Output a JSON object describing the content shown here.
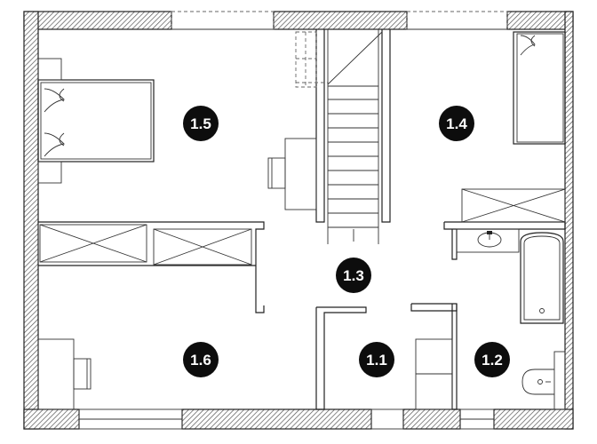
{
  "rooms": [
    {
      "id": "r15",
      "label": "1.5"
    },
    {
      "id": "r14",
      "label": "1.4"
    },
    {
      "id": "r13",
      "label": "1.3"
    },
    {
      "id": "r16",
      "label": "1.6"
    },
    {
      "id": "r11",
      "label": "1.1"
    },
    {
      "id": "r12",
      "label": "1.2"
    }
  ],
  "colors": {
    "wall": "#222222",
    "label_bg": "#0d0d0d",
    "label_text": "#ffffff"
  }
}
